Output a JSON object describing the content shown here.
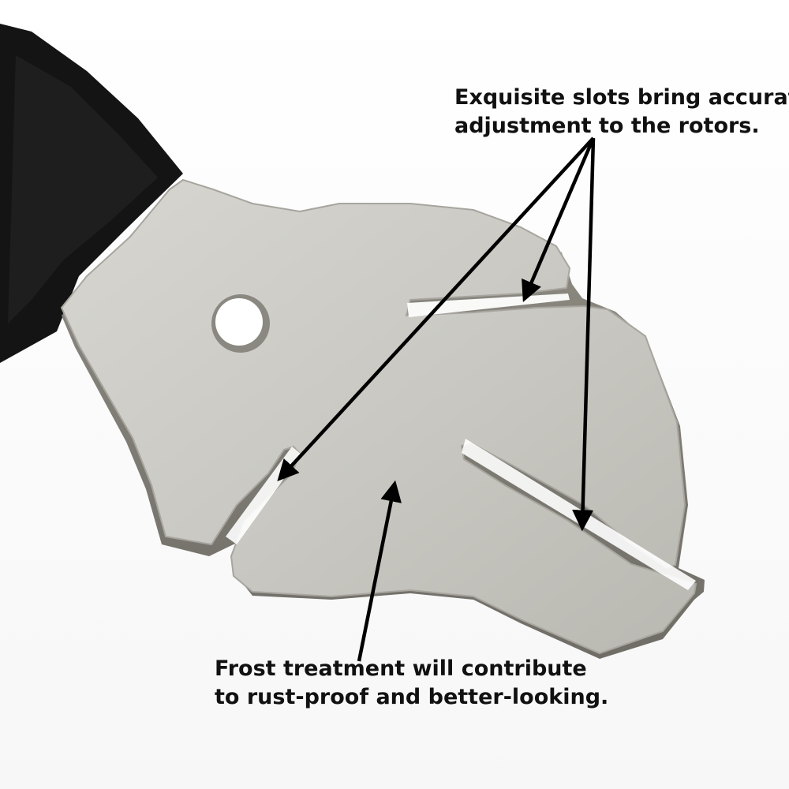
{
  "annotations": {
    "top_caption": {
      "line1": "Exquisite slots bring accurate",
      "line2": "adjustment to the rotors."
    },
    "bottom_caption": {
      "line1": "Frost treatment will contribute",
      "line2": "to rust-proof and better-looking."
    }
  },
  "colors": {
    "background": "#ffffff",
    "steel": "#c9c8c2",
    "steel_edge": "#9d9b93",
    "handle": "#141414",
    "arrow": "#000000",
    "text": "#111111"
  }
}
